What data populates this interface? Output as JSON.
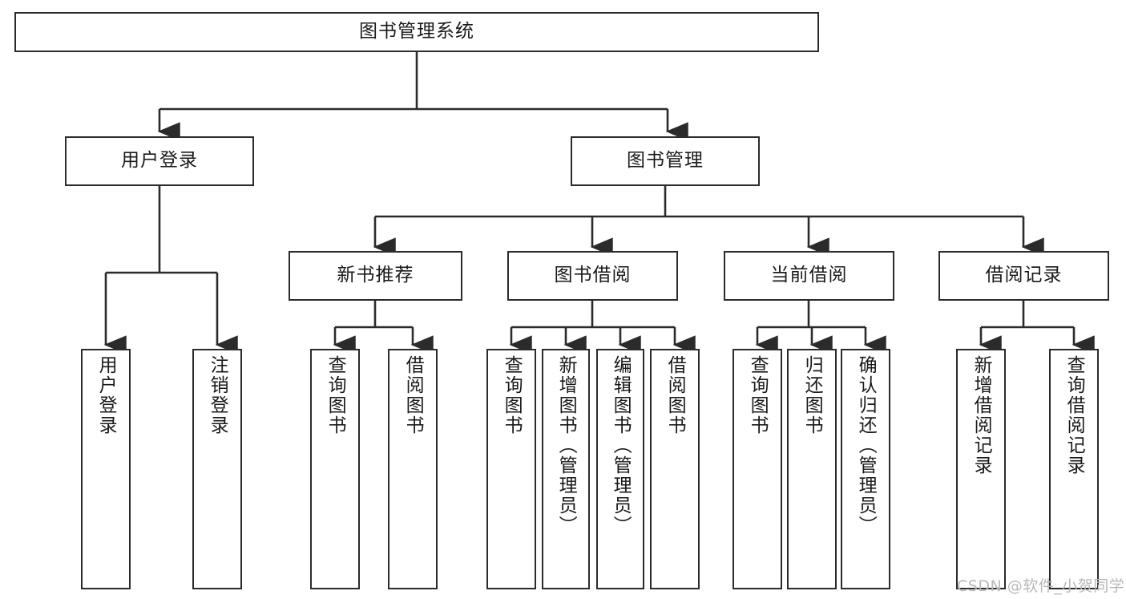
{
  "diagram": {
    "title": "图书管理系统",
    "type": "tree",
    "colors": {
      "box_border": "#2b2b2b",
      "box_fill": "#ffffff",
      "edge": "#2b2b2b",
      "text": "#1a1a1a",
      "watermark": "#b8b8b8",
      "background": "#ffffff"
    },
    "root": {
      "label": "图书管理系统"
    },
    "level2": [
      {
        "label": "用户登录"
      },
      {
        "label": "图书管理"
      }
    ],
    "level3": [
      {
        "label": "新书推荐"
      },
      {
        "label": "图书借阅"
      },
      {
        "label": "当前借阅"
      },
      {
        "label": "借阅记录"
      }
    ],
    "leaves": {
      "user_login": [
        {
          "label": "用户登录"
        },
        {
          "label": "注销登录"
        }
      ],
      "new_book_recommend": [
        {
          "label": "查询图书"
        },
        {
          "label": "借阅图书"
        }
      ],
      "book_borrow": [
        {
          "label": "查询图书"
        },
        {
          "label": "新增图书（管理员）"
        },
        {
          "label": "编辑图书（管理员）"
        },
        {
          "label": "借阅图书"
        }
      ],
      "current_borrow": [
        {
          "label": "查询图书"
        },
        {
          "label": "归还图书"
        },
        {
          "label": "确认归还（管理员）"
        }
      ],
      "borrow_record": [
        {
          "label": "新增借阅记录"
        },
        {
          "label": "查询借阅记录"
        }
      ]
    }
  },
  "watermark": {
    "text": "CSDN @软件_小贺同学"
  }
}
